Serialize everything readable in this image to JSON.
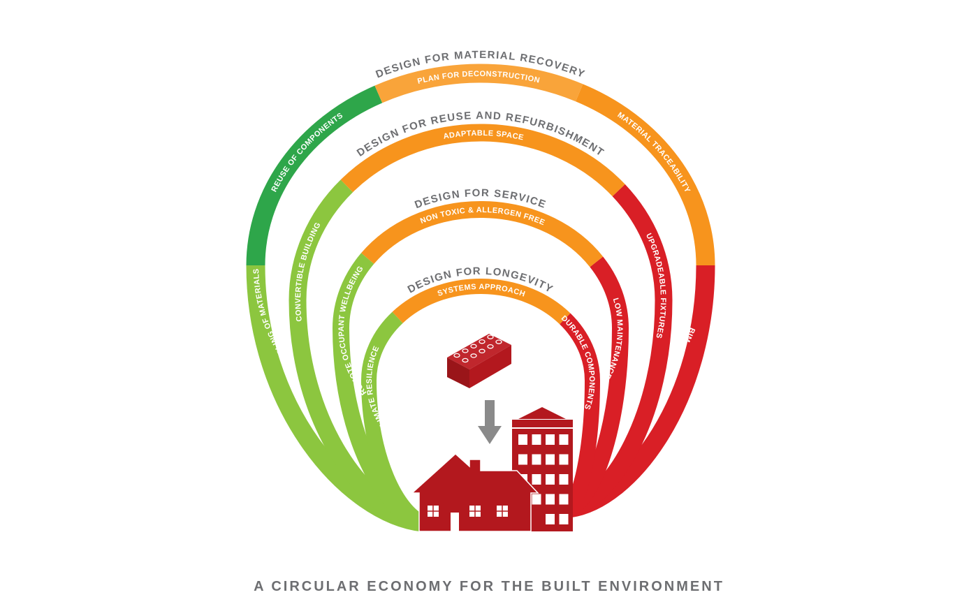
{
  "caption": "A CIRCULAR ECONOMY FOR THE BUILT ENVIRONMENT",
  "colors": {
    "dark_green": "#2ea64a",
    "light_green": "#8cc63f",
    "light_orange": "#f9a43a",
    "orange": "#f7941d",
    "red": "#d91f26",
    "building_red": "#b3181e",
    "title_gray": "#6d6e71",
    "arrow_gray": "#8a8a8a"
  },
  "rings": [
    {
      "title": "DESIGN FOR MATERIAL RECOVERY",
      "top": "PLAN FOR DECONSTRUCTION",
      "left_upper": "REUSE OF COMPONENTS",
      "left_lower": "RECYCLING OF MATERIALS",
      "right_upper": "MATERIAL TRACEABILITY",
      "right_lower": "BIM"
    },
    {
      "title": "DESIGN FOR REUSE AND REFURBISHMENT",
      "top": "ADAPTABLE SPACE",
      "left_lower": "CONVERTIBLE BUILDING",
      "right_lower": "UPGRADEABLE FIXTURES"
    },
    {
      "title": "DESIGN FOR SERVICE",
      "top": "NON TOXIC & ALLERGEN FREE",
      "left_lower": "PROMOTE OCCUPANT WELLBEING",
      "right_lower": "LOW MAINTENANCE"
    },
    {
      "title": "DESIGN FOR LONGEVITY",
      "top": "SYSTEMS APPROACH",
      "left_lower": "CLIMATE RESILIENCE",
      "right_lower": "DURABLE COMPONENTS"
    }
  ],
  "icons": [
    "brick-icon",
    "down-arrow-icon",
    "house-icon",
    "apartment-building-icon"
  ]
}
